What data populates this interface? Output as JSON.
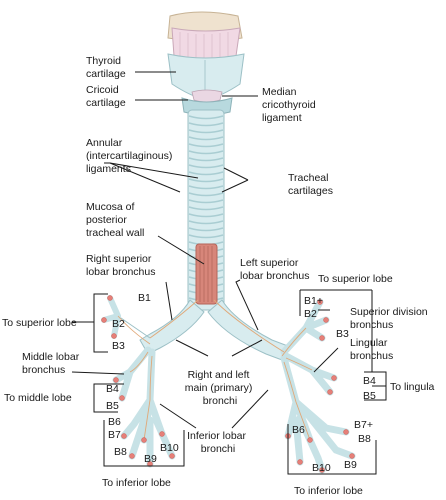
{
  "labels": {
    "thyroid_cartilage": [
      "Thyroid",
      "cartilage"
    ],
    "cricoid_cartilage": [
      "Cricoid",
      "cartilage"
    ],
    "median_cricothyroid": [
      "Median",
      "cricothyroid",
      "ligament"
    ],
    "annular_ligaments": [
      "Annular",
      "(intercartilaginous)",
      "ligaments"
    ],
    "tracheal_cartilages": [
      "Tracheal",
      "cartilages"
    ],
    "mucosa": [
      "Mucosa of",
      "posterior",
      "tracheal wall"
    ],
    "right_superior_lobar": [
      "Right superior",
      "lobar bronchus"
    ],
    "left_superior_lobar": [
      "Left superior",
      "lobar bronchus"
    ],
    "to_superior_lobe_left": "To superior lobe",
    "to_superior_lobe_right": "To superior lobe",
    "superior_division": [
      "Superior division",
      "bronchus"
    ],
    "lingular_bronchus": [
      "Lingular",
      "bronchus"
    ],
    "to_lingula": "To lingula",
    "middle_lobar": [
      "Middle lobar",
      "bronchus"
    ],
    "to_middle_lobe": "To middle lobe",
    "main_bronchi": [
      "Right and left",
      "main (primary)",
      "bronchi"
    ],
    "inferior_lobar": [
      "Inferior lobar",
      "bronchi"
    ],
    "to_inferior_lobe_left": "To inferior lobe",
    "to_inferior_lobe_right": "To inferior lobe"
  },
  "segments": {
    "right": [
      "B1",
      "B2",
      "B3",
      "B4",
      "B5",
      "B6",
      "B7",
      "B8",
      "B9",
      "B10"
    ],
    "left": [
      "B1+",
      "B2",
      "B3",
      "B4",
      "B5",
      "B6",
      "B7+",
      "B8",
      "B9",
      "B10"
    ]
  }
}
